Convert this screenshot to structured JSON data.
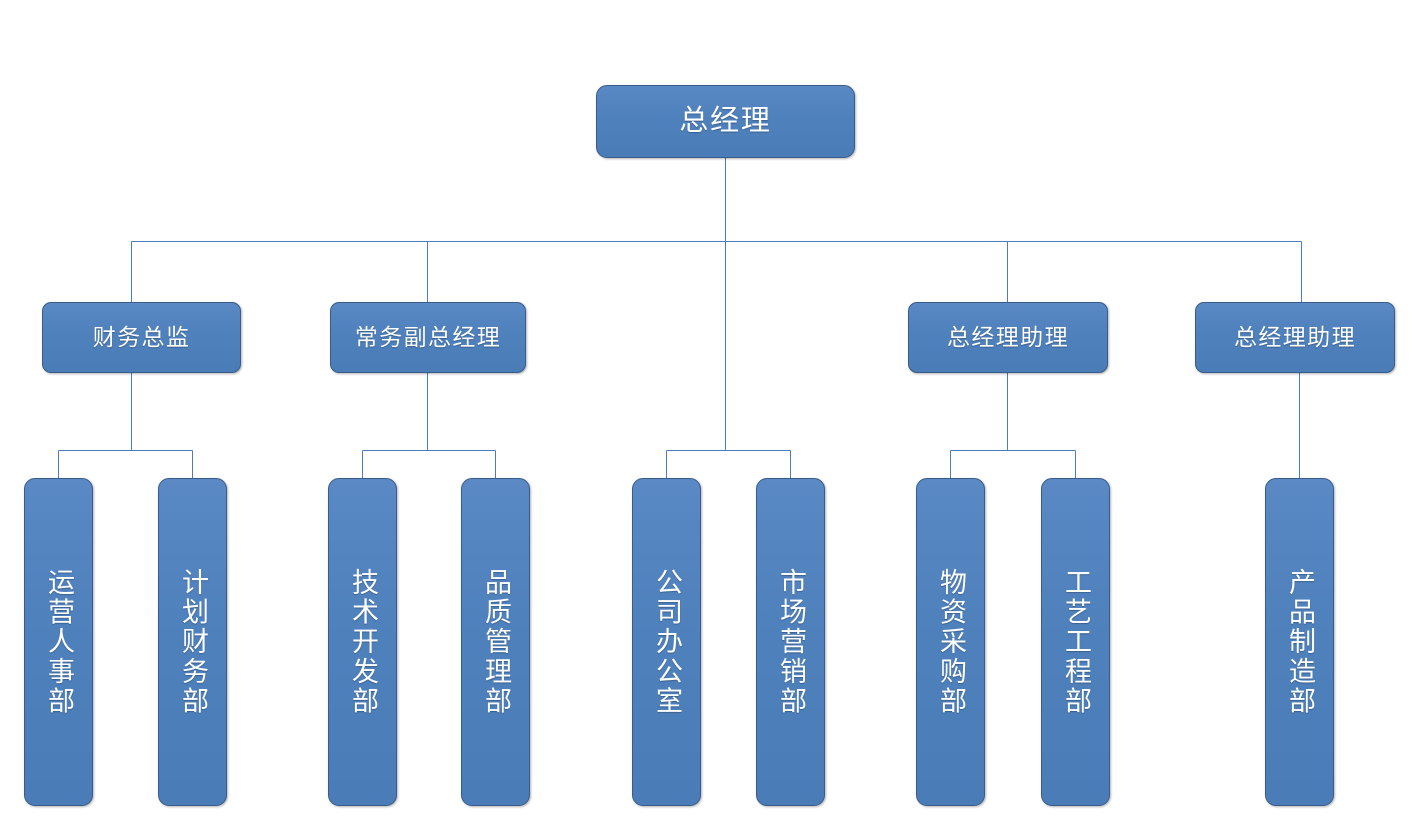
{
  "chart": {
    "type": "org-chart",
    "title": "",
    "orientation": "top-down",
    "colors": {
      "node_fill": "#4F81BD",
      "node_border": "#385D8A",
      "node_text": "#FFFFFF",
      "connector": "#4A7EBB",
      "background": "#FFFFFF"
    },
    "levels": [
      {
        "level": 0,
        "nodes": [
          {
            "id": "gm",
            "label": "总经理",
            "orientation": "horizontal"
          }
        ]
      },
      {
        "level": 1,
        "nodes": [
          {
            "id": "cfo",
            "label": "财务总监",
            "orientation": "horizontal"
          },
          {
            "id": "evp",
            "label": "常务副总经理",
            "orientation": "horizontal"
          },
          {
            "id": "gma1",
            "label": "总经理助理",
            "orientation": "horizontal"
          },
          {
            "id": "gma2",
            "label": "总经理助理",
            "orientation": "horizontal"
          }
        ]
      },
      {
        "level": 2,
        "nodes": [
          {
            "id": "dept1",
            "label": "运营人事部",
            "orientation": "vertical",
            "parent": "cfo"
          },
          {
            "id": "dept2",
            "label": "计划财务部",
            "orientation": "vertical",
            "parent": "cfo"
          },
          {
            "id": "dept3",
            "label": "技术开发部",
            "orientation": "vertical",
            "parent": "evp"
          },
          {
            "id": "dept4",
            "label": "品质管理部",
            "orientation": "vertical",
            "parent": "evp"
          },
          {
            "id": "dept5",
            "label": "公司办公室",
            "orientation": "vertical",
            "parent": "gm"
          },
          {
            "id": "dept6",
            "label": "市场营销部",
            "orientation": "vertical",
            "parent": "gm"
          },
          {
            "id": "dept7",
            "label": "物资采购部",
            "orientation": "vertical",
            "parent": "gma1"
          },
          {
            "id": "dept8",
            "label": "工艺工程部",
            "orientation": "vertical",
            "parent": "gma1"
          },
          {
            "id": "dept9",
            "label": "产品制造部",
            "orientation": "vertical",
            "parent": "gma2"
          }
        ]
      }
    ]
  }
}
